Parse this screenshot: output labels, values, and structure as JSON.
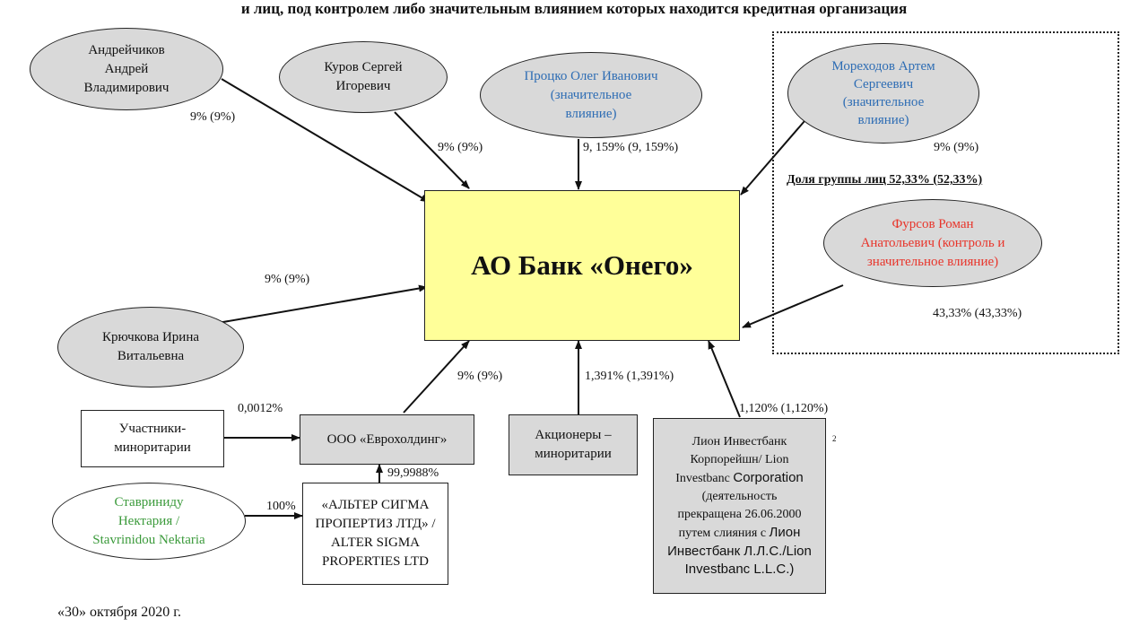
{
  "title": "и лиц, под контролем либо значительным влиянием которых находится кредитная организация",
  "bank": {
    "name": "АО Банк «Онего»"
  },
  "group": {
    "label": "Доля группы лиц 52,33% (52,33%)"
  },
  "nodes": {
    "andreychikov": {
      "lines": [
        "Андрейчиков",
        "Андрей",
        "Владимирович"
      ],
      "share": "9% (9%)"
    },
    "kurov": {
      "lines": [
        "Куров Сергей",
        "Игоревич"
      ],
      "share": "9% (9%)"
    },
    "protsko": {
      "lines": [
        "Процко Олег Иванович",
        "(значительное",
        "влияние)"
      ],
      "share": "9, 159% (9, 159%)"
    },
    "morekhodov": {
      "lines": [
        "Мореходов Артем",
        "Сергеевич",
        "(значительное",
        "влияние)"
      ],
      "share": "9% (9%)"
    },
    "fursov": {
      "lines": [
        "Фурсов Роман",
        "Анатольевич (контроль и",
        "значительное влияние)"
      ],
      "share": "43,33% (43,33%)"
    },
    "kryuchkova": {
      "lines": [
        "Крючкова Ирина",
        "Витальевна"
      ],
      "share": "9% (9%)"
    },
    "minor_participants": {
      "lines": [
        "Участники-",
        "миноритарии"
      ],
      "share": "0,0012%"
    },
    "euroholding": {
      "lines": [
        "ООО «Еврохолдинг»"
      ],
      "share": "9% (9%)"
    },
    "minor_shareholders": {
      "lines": [
        "Акционеры –",
        "миноритарии"
      ],
      "share": "1,391% (1,391%)"
    },
    "lion": {
      "l1": "Лион Инвестбанк",
      "l2": "Корпорейшн/ Lion",
      "l3": "Investbanc ",
      "l3b": "Corporation",
      "l4": "(деятельность",
      "l5": "прекращена 26.06.2000",
      "l6": "путем слияния с ",
      "l6b": "Лион",
      "l7": "Инвестбанк Л.Л.С./Lion",
      "l8": "Investbanc L.L.C.)",
      "share": "1,120% (1,120%)",
      "footnote": "2"
    },
    "alter_sigma": {
      "lines": [
        "«АЛЬТЕР СИГМА",
        "ПРОПЕРТИЗ ЛТД» /",
        "ALTER SIGMA",
        "PROPERTIES LTD"
      ],
      "share": "99,9988%"
    },
    "stavrinidou": {
      "lines": [
        "Ставриниду",
        "Нектария /",
        "Stavrinidou Nektaria"
      ],
      "share": "100%"
    }
  },
  "date": "«30» октября 2020 г.",
  "colors": {
    "bank_fill": "#ffff99",
    "ellipse_fill": "#d9d9d9",
    "blue_text": "#2e6db4",
    "red_text": "#e8352b",
    "green_text": "#3b9a3b"
  }
}
